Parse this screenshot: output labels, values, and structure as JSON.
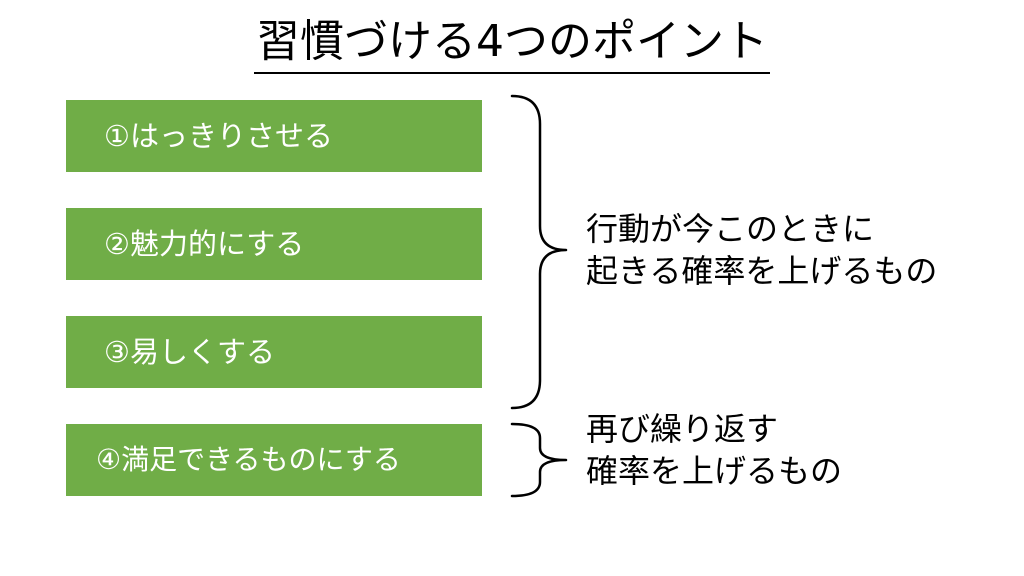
{
  "title": "習慣づける4つのポイント",
  "points": [
    "①はっきりさせる",
    "②魅力的にする",
    "③易しくする",
    "④満足できるものにする"
  ],
  "group1": {
    "line1": "行動が今このときに",
    "line2": "起きる確率を上げるもの"
  },
  "group2": {
    "line1": "再び繰り返す",
    "line2": "確率を上げるもの"
  },
  "colors": {
    "box_fill": "#70ad47",
    "box_text": "#ffffff",
    "text": "#000000"
  }
}
